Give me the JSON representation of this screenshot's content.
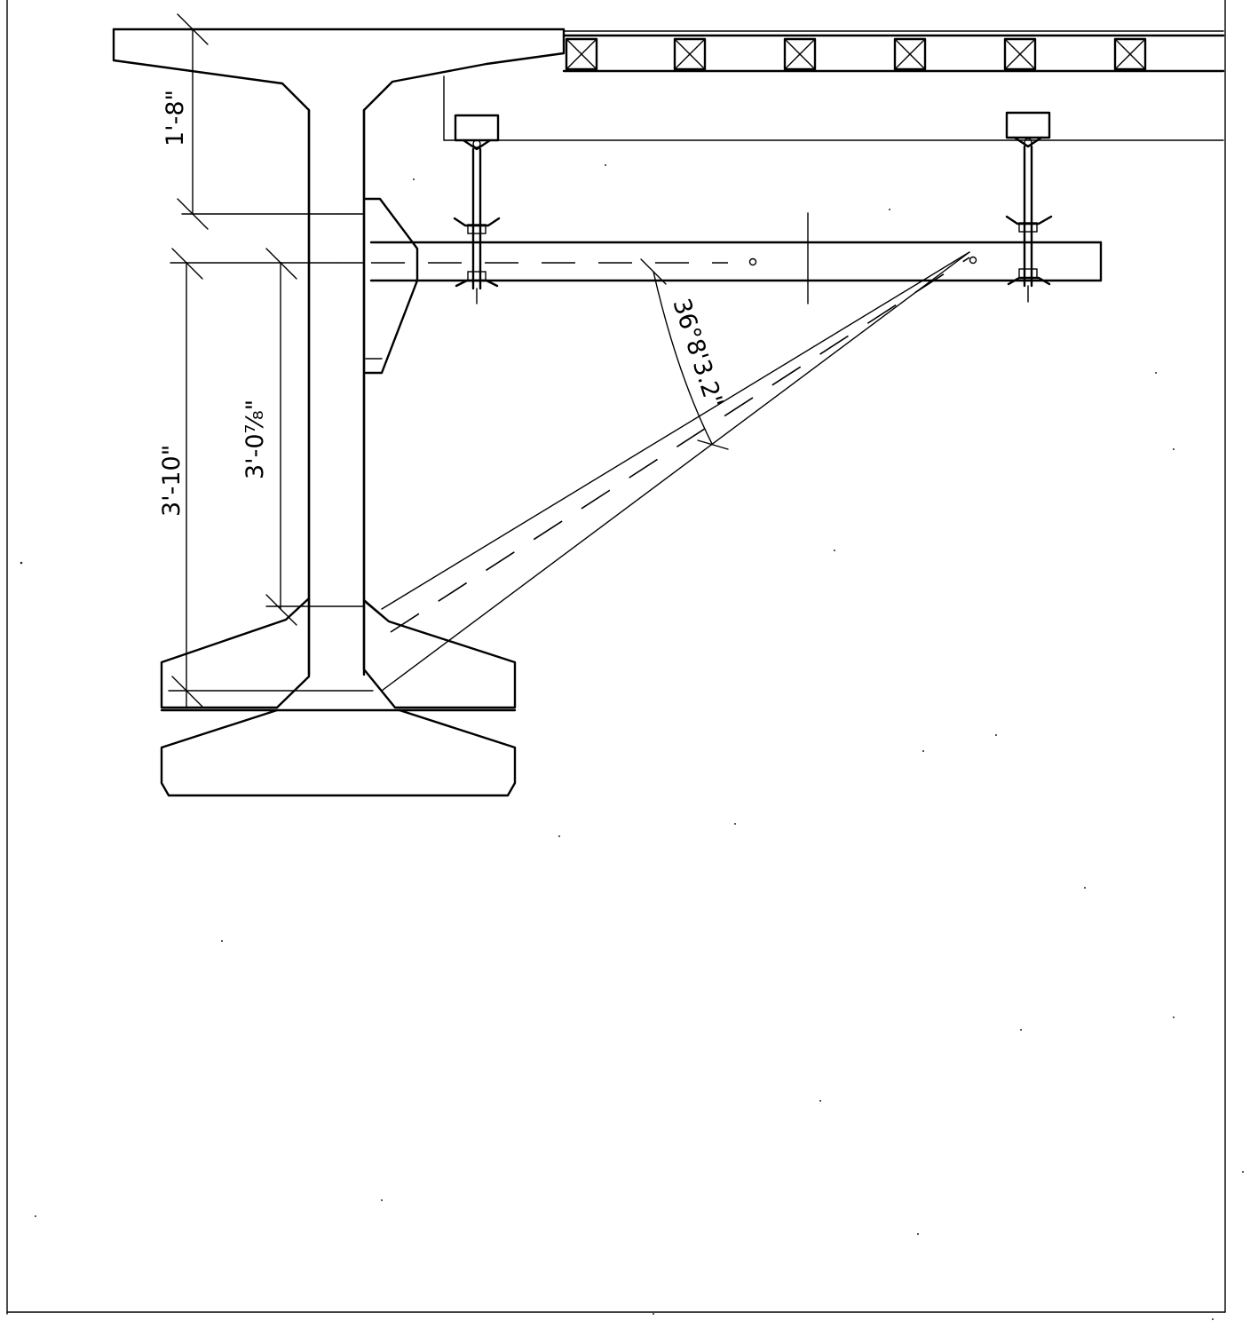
{
  "dimensions": {
    "flange_depth": "1'-8\"",
    "overall_depth": "3'-10\"",
    "bracket_depth": "3'-0⁷⁄₈\"",
    "brace_angle": "36°8'3.2\""
  }
}
